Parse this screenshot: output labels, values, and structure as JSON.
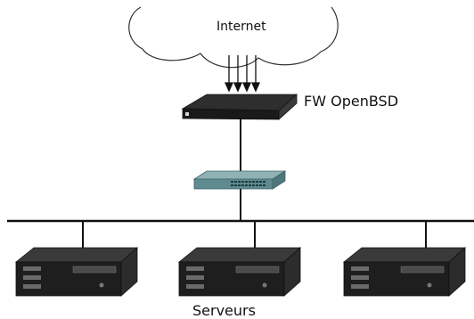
{
  "labels": {
    "internet": "Internet",
    "firewall": "FW OpenBSD",
    "servers": "Serveurs"
  },
  "colors": {
    "line": "#111111",
    "cloud_stroke": "#333333",
    "device_dark": "#1a1a1a",
    "device_mid": "#3a3a3a",
    "switch_body": "#5f8a8f",
    "switch_top": "#8fb3b5"
  },
  "icons": {
    "cloud": "cloud-icon",
    "firewall": "rack-firewall-icon",
    "switch": "network-switch-icon",
    "server": "server-icon",
    "arrow": "arrow-down-icon"
  }
}
